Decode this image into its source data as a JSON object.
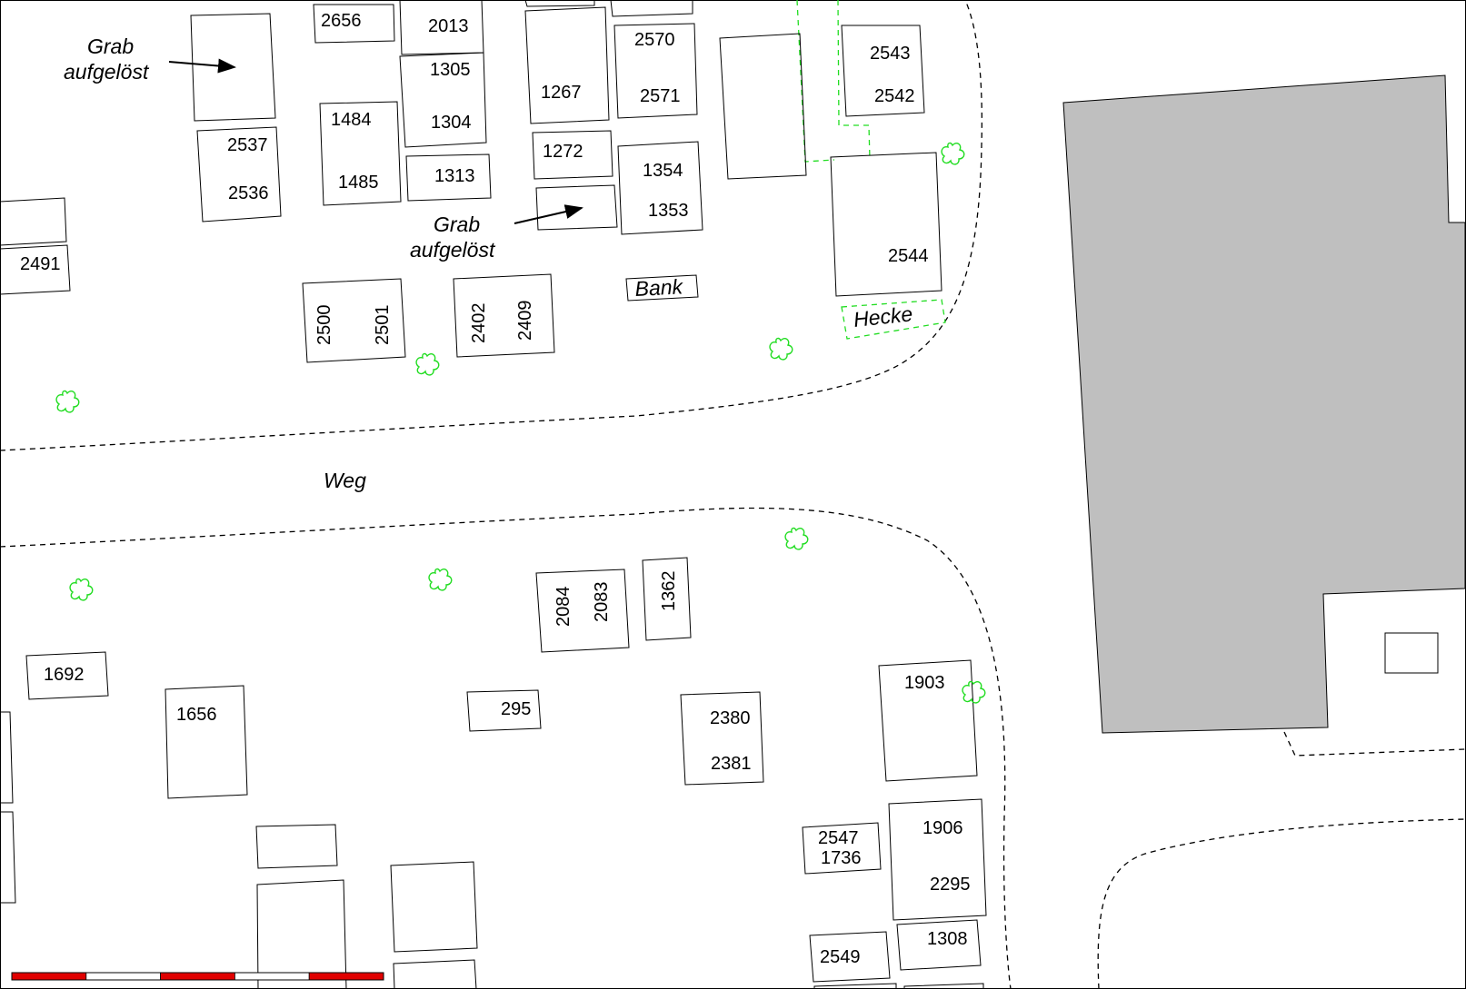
{
  "map": {
    "plot_numbers": [
      "2656",
      "2013",
      "2570",
      "2543",
      "1305",
      "2571",
      "2542",
      "1267",
      "1484",
      "1304",
      "2537",
      "1272",
      "1313",
      "1354",
      "2536",
      "1485",
      "1353",
      "2544",
      "2491",
      "2500",
      "2501",
      "2402",
      "2409",
      "2084",
      "2083",
      "1362",
      "1692",
      "1656",
      "295",
      "2380",
      "2381",
      "1903",
      "2547",
      "1736",
      "1906",
      "2295",
      "2549",
      "1308"
    ],
    "labels": {
      "grave_dissolved_line1": "Grab",
      "grave_dissolved_line2": "aufgelöst",
      "path": "Weg",
      "bench": "Bank",
      "hedge": "Hecke"
    },
    "scale_bar": {
      "segments": 5,
      "colors": [
        "#e00000",
        "#ffffff"
      ]
    },
    "colors": {
      "building": "#bfbfbf",
      "vegetation": "#22dd22",
      "outline": "#000000"
    }
  }
}
